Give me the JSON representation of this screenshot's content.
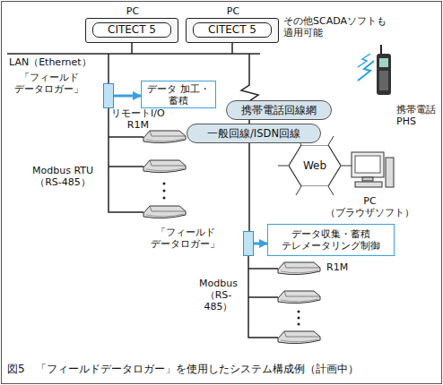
{
  "diagram": {
    "caption": "図5　「フィールドデータロガー」を使用したシステム構成例（計画中）",
    "nodes": [
      {
        "text": [
          "PC"
        ]
      },
      {
        "text": [
          "CITECT 5"
        ],
        "in": 0
      },
      {
        "text": [
          "PC"
        ]
      },
      {
        "text": [
          "CITECT 5"
        ],
        "in": 2
      },
      {
        "text": [
          "「フィールド データロガー」"
        ]
      },
      {
        "text": [
          "データ 加工・蓄積"
        ]
      },
      {
        "text": [
          "携帯電話回線網"
        ]
      },
      {
        "text": [
          "一般回線/ISDN回線"
        ]
      },
      {
        "text": [
          "Web"
        ]
      },
      {
        "text": [
          "「フィールド データロガー」"
        ]
      },
      {
        "text": [
          "データ収集・蓄積 テレメータリング制御"
        ]
      }
    ],
    "edges": [
      {
        "from": 4,
        "to": 5,
        "arrow": "to"
      },
      {
        "from": 9,
        "to": 10,
        "arrow": "to"
      }
    ],
    "labels": [
      "その他SCADAソフトも 適用可能",
      "LAN（Ethernet）",
      "リモートI/O R1M",
      "携帯電話 PHS",
      "Modbus RTU （RS-485）",
      "PC （ブラウザソフト）",
      "R1M",
      "Modbus （RS-485）"
    ]
  }
}
